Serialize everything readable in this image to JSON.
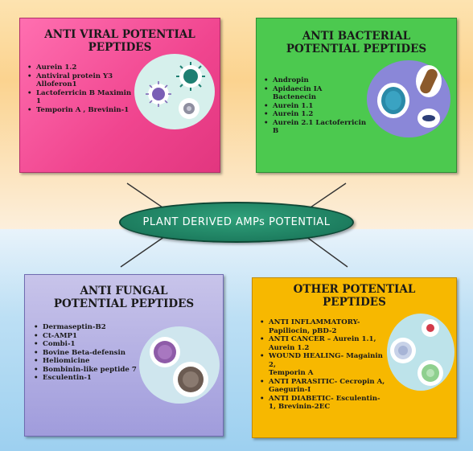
{
  "center": {
    "label": "PLANT  DERIVED AMPs POTENTIAL"
  },
  "antiviral": {
    "title_line1": "ANTI VIRAL POTENTIAL",
    "title_line2": "PEPTIDES",
    "items": [
      "Aurein 1.2",
      " Antiviral protein Y3",
      "Alloferon1",
      " Lactoferricin B Maximin 1",
      " Temporin A , Brevinin-1"
    ],
    "color": "#f0458f"
  },
  "antibacterial": {
    "title_line1": "ANTI BACTERIAL",
    "title_line2": "POTENTIAL PEPTIDES",
    "items": [
      "Andropin",
      "Apidaecin IA Bactenecin",
      "Aurein 1.1",
      "Aurein 1.2",
      "Aurein 2.1 Lactoferricin",
      "B"
    ],
    "color": "#4cc94f"
  },
  "antifungal": {
    "title_line1": "ANTI FUNGAL",
    "title_line2": "POTENTIAL PEPTIDES",
    "items": [
      "Dermaseptin-B2",
      "Ct-AMP1",
      "Combi-1",
      "Bovine Beta-defensin",
      "Heliomicine",
      "Bombinin-like peptide 7",
      "Esculentin-1"
    ],
    "color": "#a09cdc"
  },
  "other": {
    "title_line1": "OTHER  POTENTIAL",
    "title_line2": "PEPTIDES",
    "items": [
      "ANTI INFLAMMATORY-",
      "Papiliocin, pBD-2",
      "ANTI CANCER – Aurein 1.1,",
      "Aurein 1.2",
      "WOUND HEALING- Magainin 2,",
      "Temporin A",
      "ANTI PARASITIC- Cecropin A,",
      "Gaegurin-I",
      "ANTI DIABETIC- Esculentin-",
      "1,  Brevinin-2EC"
    ],
    "color": "#f7b800"
  },
  "icons": [
    "virus-illustration",
    "bacteria-illustration",
    "fungus-illustration",
    "cell-illustration"
  ]
}
